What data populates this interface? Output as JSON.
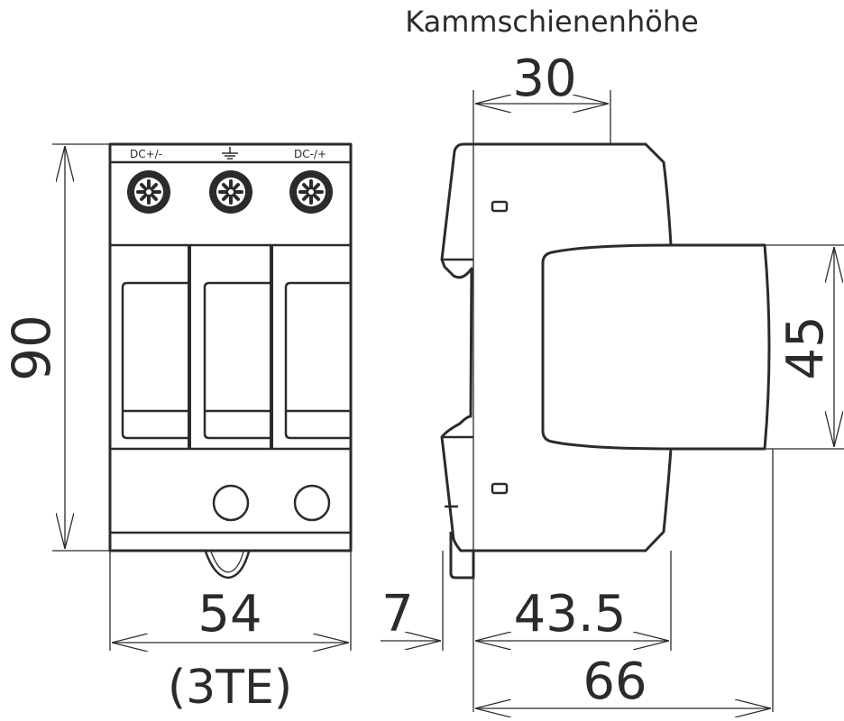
{
  "title": "Kammschienenhöhe",
  "front_view": {
    "terminal_labels": [
      "DC+/-",
      "earth-ground-symbol",
      "DC-/+"
    ],
    "modules": 3
  },
  "dimensions": {
    "comb_busbar_height": "30",
    "height": "90",
    "width": "54",
    "width_units": "(3TE)",
    "rail_offset": "7",
    "depth_front": "43.5",
    "depth_total": "66",
    "cover_height": "45"
  },
  "colors": {
    "line": "#2b2b2b",
    "background": "#ffffff"
  }
}
